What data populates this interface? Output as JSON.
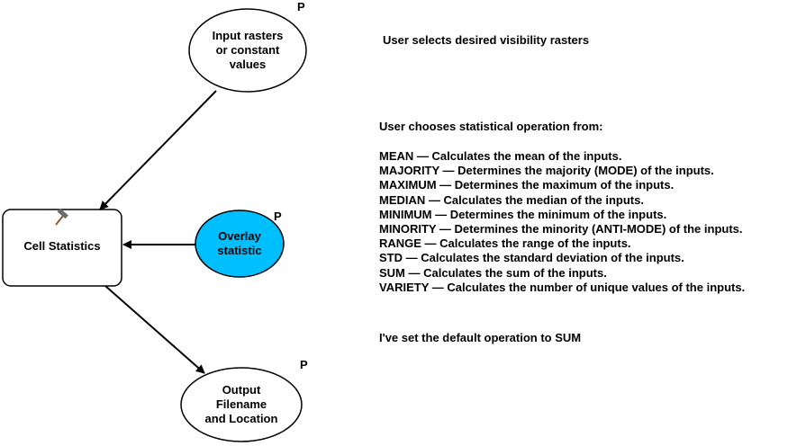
{
  "nodes": {
    "input": {
      "label_lines": [
        "Input rasters",
        "or constant",
        "values"
      ],
      "param_marker": "P"
    },
    "tool": {
      "label": "Cell Statistics",
      "tool_icon": "hammer-icon"
    },
    "overlay": {
      "label_lines": [
        "Overlay",
        "statistic"
      ],
      "param_marker": "P",
      "fill_color": "#00bfff"
    },
    "output": {
      "label_lines": [
        "Output",
        "Filename",
        "and Location"
      ],
      "param_marker": "P"
    }
  },
  "notes": {
    "input_note": "User selects desired visibility rasters",
    "ops_heading": "User chooses statistical operation from:",
    "operations": [
      "MEAN — Calculates the mean of the inputs.",
      "MAJORITY — Determines the majority (MODE) of the inputs.",
      "MAXIMUM — Determines the maximum of the inputs.",
      "MEDIAN — Calculates the median of the inputs.",
      "MINIMUM — Determines the minimum of the inputs.",
      "MINORITY — Determines the minority (ANTI-MODE) of the inputs.",
      "RANGE — Calculates the range of the inputs.",
      "STD — Calculates the standard deviation of the inputs.",
      "SUM — Calculates the sum of the inputs.",
      "VARIETY — Calculates the number of unique values of the inputs."
    ],
    "default_note": "I've set the default operation to SUM"
  }
}
